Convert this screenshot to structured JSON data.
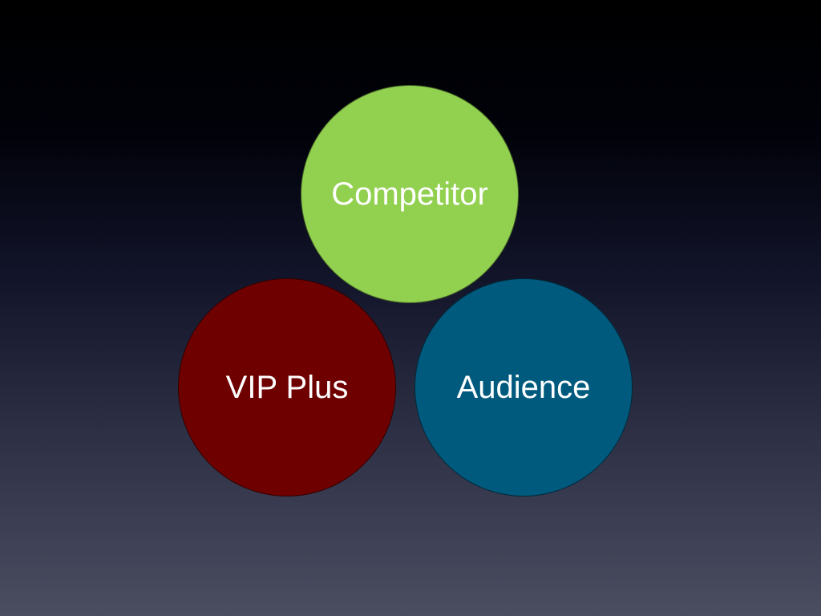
{
  "diagram": {
    "circles": [
      {
        "label": "Competitor",
        "color": "#92d050"
      },
      {
        "label": "VIP Plus",
        "color": "#6e0000"
      },
      {
        "label": "Audience",
        "color": "#005a7e"
      }
    ]
  }
}
